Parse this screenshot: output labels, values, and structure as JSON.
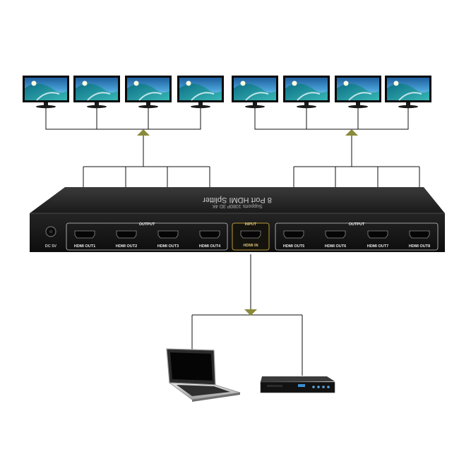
{
  "splitter": {
    "top_text": "8 Port HDMI Splitter",
    "sub_text": "Supports 1080P 3D 4K",
    "dc_label": "DC 5V",
    "output_left_label": "OUTPUT",
    "output_right_label": "OUTPUT",
    "input_label": "INPUT",
    "input_port_label": "HDMI IN",
    "outputs": [
      "HDMI OUT1",
      "HDMI OUT2",
      "HDMI OUT3",
      "HDMI OUT4",
      "HDMI OUT5",
      "HDMI OUT6",
      "HDMI OUT7",
      "HDMI OUT8"
    ]
  },
  "monitor_count": 8,
  "colors": {
    "device_body": "#1c1c1c",
    "wire": "#111111",
    "arrow": "#8a8a3a",
    "input_frame": "#b89a3c",
    "screen_sky": "#2f86c6",
    "screen_sea": "#1a9aa8"
  },
  "icons": [
    "monitor-icon",
    "laptop-icon",
    "dvd-player-icon",
    "hdmi-port-icon",
    "arrow-up-icon",
    "arrow-down-icon",
    "dc-jack-icon"
  ]
}
